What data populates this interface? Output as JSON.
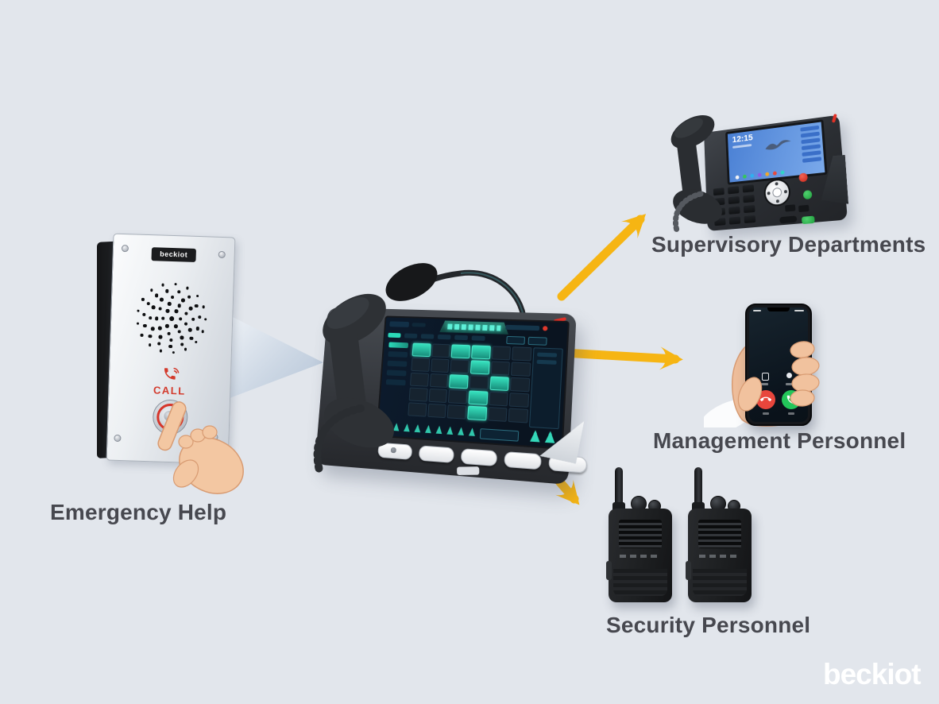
{
  "diagram": {
    "type": "flow",
    "nodes": [
      {
        "id": "emergency-intercom",
        "label": "Emergency Help"
      },
      {
        "id": "dispatch-console",
        "label": ""
      },
      {
        "id": "supervisory-desk-phone",
        "label": "Supervisory Departments"
      },
      {
        "id": "management-smartphone",
        "label": "Management Personnel"
      },
      {
        "id": "security-walkie-talkies",
        "label": "Security Personnel"
      }
    ],
    "edges": [
      {
        "from": "emergency-intercom",
        "to": "dispatch-console",
        "style": "blue-triangle"
      },
      {
        "from": "dispatch-console",
        "to": "supervisory-desk-phone",
        "style": "yellow-arrow"
      },
      {
        "from": "dispatch-console",
        "to": "management-smartphone",
        "style": "yellow-arrow"
      },
      {
        "from": "dispatch-console",
        "to": "security-walkie-talkies",
        "style": "yellow-arrow"
      }
    ]
  },
  "labels": {
    "emergency": "Emergency Help",
    "supervisory": "Supervisory Departments",
    "management": "Management Personnel",
    "security": "Security Personnel"
  },
  "intercom": {
    "badge": "beckiot",
    "call": "CALL"
  },
  "desk_phone": {
    "time": "12:15",
    "app_dots": [
      "#f2f3f5",
      "#35c45f",
      "#2fb0ef",
      "#8f5ce6",
      "#f0a82c",
      "#e64a3c",
      "#31d3c6"
    ]
  },
  "watermark": "beckiot",
  "colors": {
    "background": "#e2e6ec",
    "arrow_yellow": "#f6b513",
    "label_text": "#47484f",
    "call_red": "#d33a2c",
    "decline_red": "#e8463c",
    "accept_green": "#23c65a",
    "screen_teal": "#3fe0c4",
    "phone_screen_blue": "#5d8fdc"
  },
  "icons": [
    "gooseneck-mic-icon",
    "call-phone-icon",
    "bird-wallpaper-icon",
    "reminder-icon",
    "message-icon",
    "decline-call-icon",
    "accept-call-icon"
  ]
}
